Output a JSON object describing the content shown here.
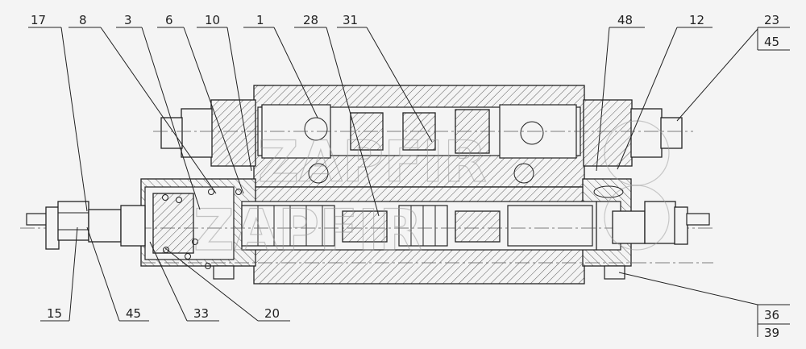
{
  "drawing": {
    "callouts_top": [
      "17",
      "8",
      "3",
      "6",
      "10",
      "1",
      "28",
      "31",
      "48",
      "12"
    ],
    "callouts_bottom": [
      "15",
      "45",
      "33",
      "20"
    ],
    "stacked_top": {
      "upper": "23",
      "lower": "45"
    },
    "stacked_bottom": {
      "upper": "36",
      "lower": "39"
    },
    "watermark": "ZAPFIR"
  }
}
